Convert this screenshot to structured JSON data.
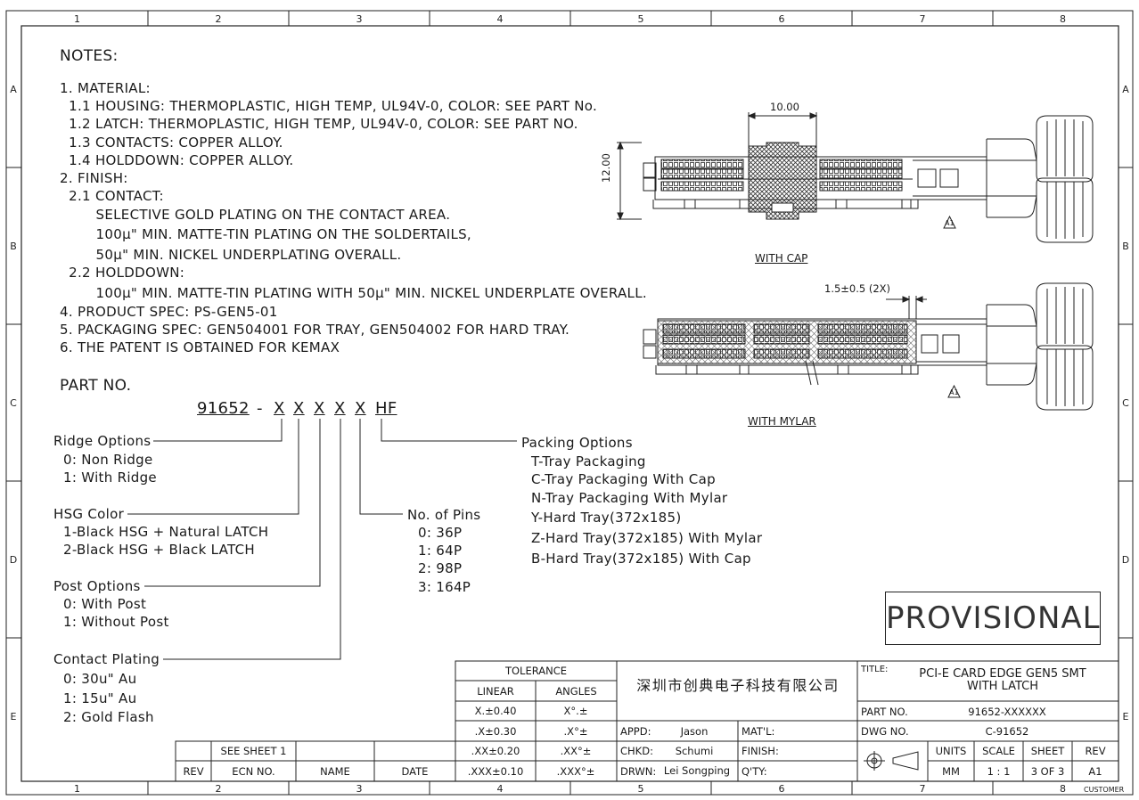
{
  "frame": {
    "columns": [
      "1",
      "2",
      "3",
      "4",
      "5",
      "6",
      "7",
      "8"
    ],
    "rows": [
      "A",
      "B",
      "C",
      "D",
      "E"
    ]
  },
  "notes": {
    "heading": "NOTES:",
    "lines": [
      "1. MATERIAL:",
      "  1.1 HOUSING: THERMOPLASTIC, HIGH TEMP, UL94V-0, COLOR: SEE PART No.",
      "  1.2 LATCH: THERMOPLASTIC, HIGH TEMP, UL94V-0, COLOR: SEE PART NO.",
      "  1.3 CONTACTS: COPPER ALLOY.",
      "  1.4 HOLDDOWN: COPPER ALLOY.",
      "2. FINISH:",
      "  2.1 CONTACT:",
      "        SELECTIVE GOLD PLATING ON THE CONTACT AREA.",
      "        100µ\" MIN. MATTE-TIN PLATING ON THE SOLDERTAILS,",
      "        50µ\" MIN. NICKEL UNDERPLATING OVERALL.",
      "  2.2 HOLDDOWN:",
      "        100µ\" MIN. MATTE-TIN PLATING WITH 50µ\" MIN. NICKEL UNDERPLATE OVERALL.",
      "4. PRODUCT SPEC: PS-GEN5-01",
      "5. PACKAGING SPEC: GEN504001 FOR TRAY, GEN504002 FOR HARD TRAY.",
      "6. THE PATENT IS OBTAINED FOR KEMAX"
    ]
  },
  "part_no": {
    "heading": "PART NO.",
    "base": "91652",
    "dash": "-",
    "codes": [
      "X",
      "X",
      "X",
      "X",
      "X",
      "HF"
    ],
    "ridge": {
      "title": "Ridge Options",
      "items": [
        "0: Non Ridge",
        "1: With Ridge"
      ]
    },
    "hsg": {
      "title": "HSG Color",
      "items": [
        "1-Black HSG + Natural LATCH",
        "2-Black HSG + Black LATCH"
      ]
    },
    "post": {
      "title": "Post Options",
      "items": [
        "0: With Post",
        "1: Without Post"
      ]
    },
    "plating": {
      "title": "Contact Plating",
      "items": [
        "0: 30u\" Au",
        "1: 15u\" Au",
        "2: Gold Flash"
      ]
    },
    "pins": {
      "title": "No. of Pins",
      "items": [
        "0: 36P",
        "1: 64P",
        "2: 98P",
        "3: 164P"
      ]
    },
    "packing": {
      "title": "Packing Options",
      "items": [
        "T-Tray Packaging",
        "C-Tray Packaging With Cap",
        "N-Tray Packaging With Mylar",
        "Y-Hard Tray(372x185)",
        "Z-Hard Tray(372x185) With Mylar",
        "B-Hard Tray(372x185) With Cap"
      ]
    }
  },
  "views": {
    "cap_label": "WITH CAP",
    "mylar_label": "WITH MYLAR",
    "dim_width": "10.00",
    "dim_height": "12.00",
    "dim_offset": "1.5±0.5 (2X)",
    "rev_marker": "A1"
  },
  "stamp": "PROVISIONAL",
  "title_block": {
    "tolerance": "TOLERANCE",
    "linear": "LINEAR",
    "angles": "ANGLES",
    "tol_rows": [
      [
        "X.±0.40",
        "X°.±"
      ],
      [
        ".X±0.30",
        ".X°±"
      ],
      [
        ".XX±0.20",
        ".XX°±"
      ],
      [
        ".XXX±0.10",
        ".XXX°±"
      ]
    ],
    "company": "深圳市创典电子科技有限公司",
    "appd_label": "APPD:",
    "appd": "Jason",
    "chkd_label": "CHKD:",
    "chkd": "Schumi",
    "drwn_label": "DRWN:",
    "drwn": "Lei Songping",
    "matl": "MAT'L:",
    "finish": "FINISH:",
    "qty": "Q'TY:",
    "title_label": "TITLE:",
    "title_line1": "PCI-E CARD EDGE GEN5 SMT",
    "title_line2": "WITH LATCH",
    "partno_label": "PART NO.",
    "partno": "91652-XXXXXX",
    "dwgno_label": "DWG NO.",
    "dwgno": "C-91652",
    "units_label": "UNITS",
    "units": "MM",
    "scale_label": "SCALE",
    "scale": "1 : 1",
    "sheet_label": "SHEET",
    "sheet": "3 OF 3",
    "rev_label": "REV",
    "rev": "A1",
    "customer": "CUSTOMER",
    "see_sheet": "SEE SHEET 1",
    "rev_col": "REV",
    "ecn_col": "ECN NO.",
    "name_col": "NAME",
    "date_col": "DATE"
  }
}
